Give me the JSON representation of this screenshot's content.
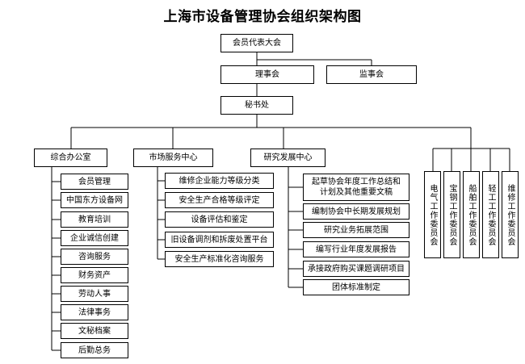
{
  "title": "上海市设备管理协会组织架构图",
  "top": {
    "assembly": "会员代表大会",
    "council": "理事会",
    "supervisors": "监事会",
    "secretariat": "秘书处"
  },
  "departments": [
    {
      "label": "综合办公室",
      "items": [
        "会员管理",
        "中国东方设备网",
        "教育培训",
        "企业诚信创建",
        "咨询服务",
        "财务资产",
        "劳动人事",
        "法律事务",
        "文秘档案",
        "后勤总务"
      ]
    },
    {
      "label": "市场服务中心",
      "items": [
        "维修企业能力等级分类",
        "安全生产合格等级评定",
        "设备评估和鉴定",
        "旧设备调剂和拆废处置平台",
        "安全生产标准化咨询服务"
      ]
    },
    {
      "label": "研究发展中心",
      "items": [
        "起草协会年度工作总结和计划及其他重要文稿",
        "编制协会中长期发展规划",
        "研究业务拓展范围",
        "编写行业年度发展报告",
        "承接政府购买课题调研项目",
        "团体标准制定"
      ]
    }
  ],
  "committees": [
    "电气工作委员会",
    "宝钢工作委员会",
    "船舶工作委员会",
    "轻工工作委员会",
    "维修工作委员会"
  ]
}
